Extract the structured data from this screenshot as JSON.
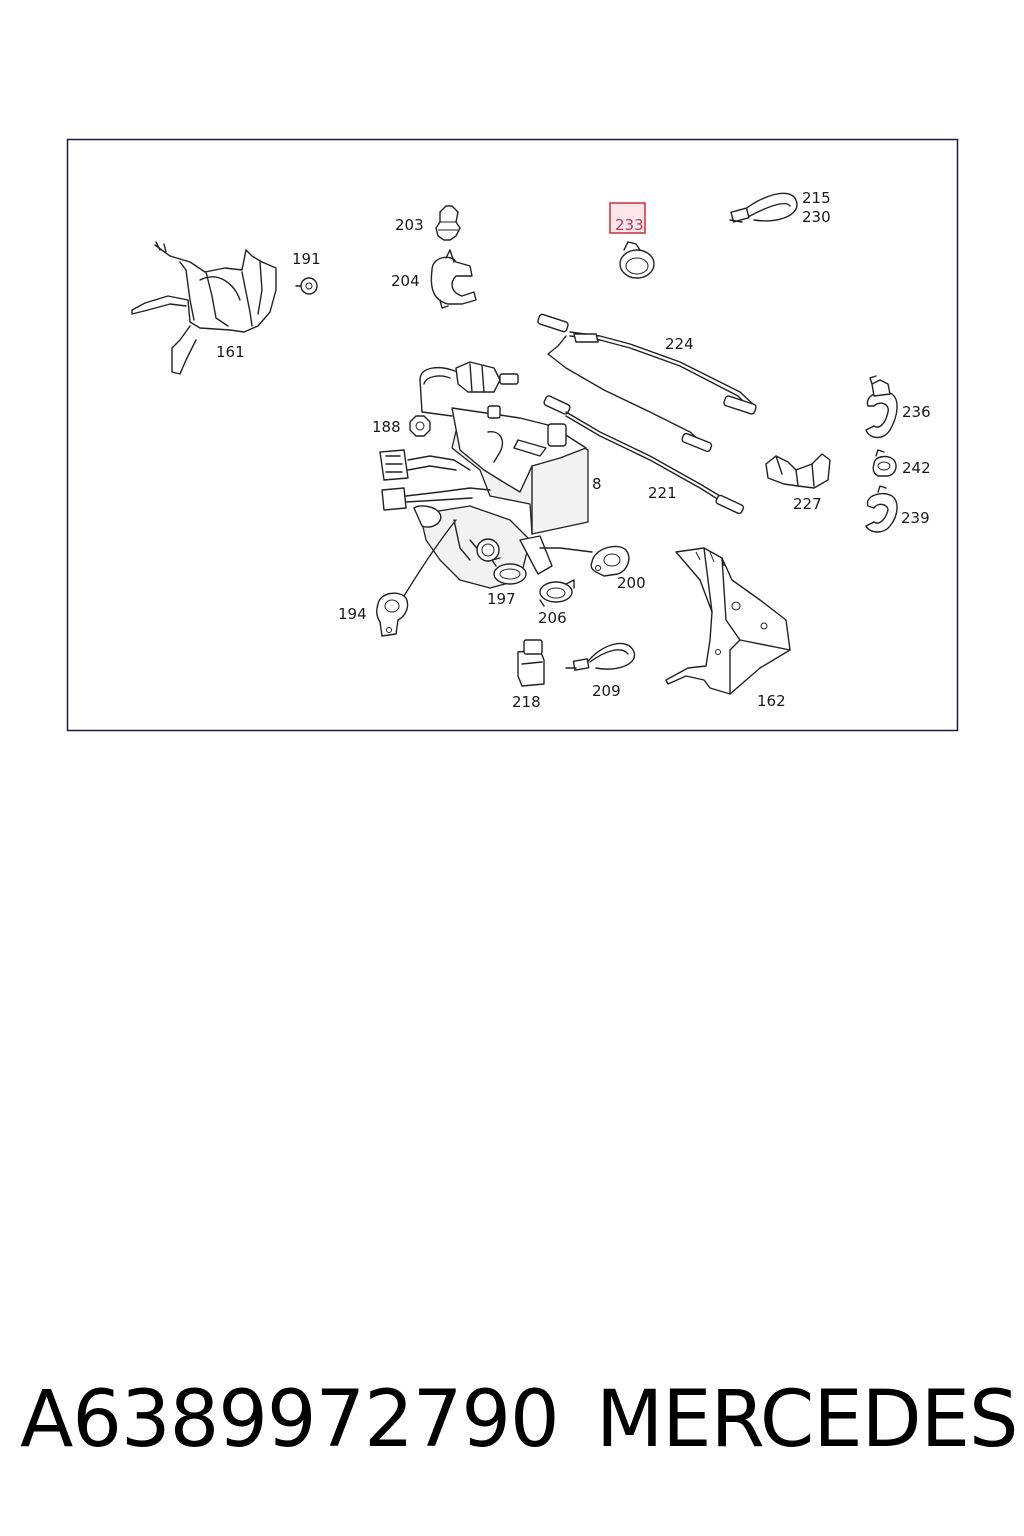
{
  "diagram": {
    "highlighted": "233",
    "labels": [
      "203",
      "233",
      "215",
      "230",
      "191",
      "204",
      "161",
      "224",
      "236",
      "188",
      "8",
      "242",
      "221",
      "227",
      "239",
      "200",
      "197",
      "194",
      "206",
      "209",
      "218",
      "162"
    ]
  },
  "footer": {
    "part_number": "A6389972790",
    "brand": "MERCEDES"
  },
  "colors": {
    "frame": "#1a1a3a",
    "highlight": "#d03a4a",
    "highlight_fill": "#fbe6ea"
  }
}
